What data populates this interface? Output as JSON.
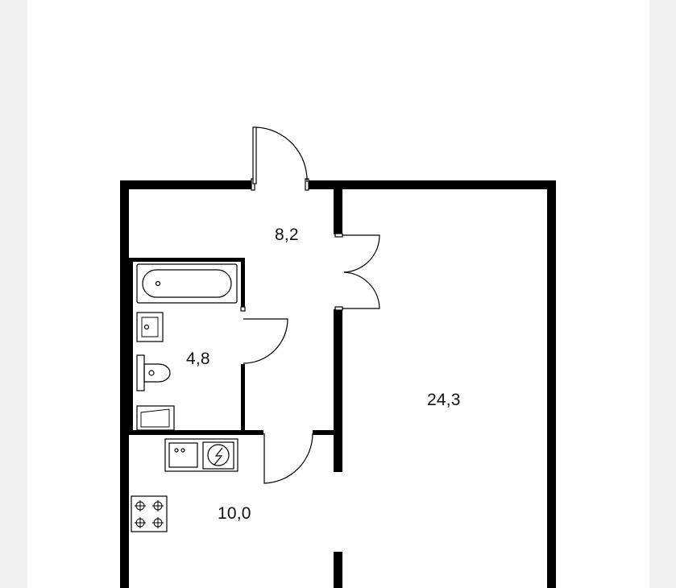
{
  "plan": {
    "rooms": [
      {
        "id": "hallway",
        "area": "8,2"
      },
      {
        "id": "bathroom",
        "area": "4,8"
      },
      {
        "id": "living",
        "area": "24,3"
      },
      {
        "id": "kitchen",
        "area": "10,0"
      }
    ]
  },
  "colors": {
    "wall": "#000000",
    "fixture_line": "#000000",
    "background": "#ffffff",
    "margin": "#f1f1f1"
  }
}
